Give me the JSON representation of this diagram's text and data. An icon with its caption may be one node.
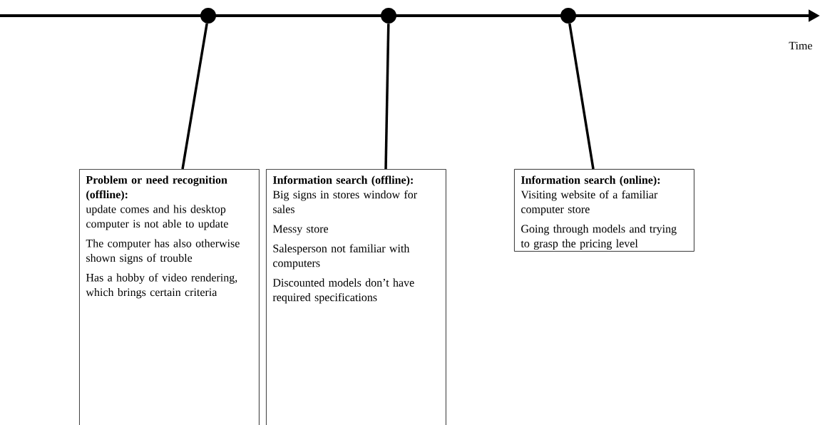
{
  "diagram": {
    "nodes": [
      {
        "text": [
          "Problem or need recognition (offline):",
          "update comes and his desktop computer is not able to update",
          "The computer has also otherwise shown signs of trouble",
          "Has a hobby of video rendering, which brings certain criteria"
        ]
      },
      {
        "text": [
          "Information search (offline):",
          "Big signs in stores window for sales",
          "Messy store",
          "Salesperson not familiar with computers",
          "Discounted models don’t have required specifications"
        ]
      },
      {
        "text": [
          "Information search (online):",
          "Visiting website of a familiar computer store",
          "Going through models and trying to grasp the pricing level"
        ]
      },
      {
        "text": [],
        "shape": "circle"
      },
      {
        "text": [],
        "shape": "circle"
      },
      {
        "text": [],
        "shape": "circle"
      }
    ],
    "edges": [
      {
        "from": 3,
        "to": 0,
        "arrow": "none"
      },
      {
        "from": 4,
        "to": 1,
        "arrow": "none"
      },
      {
        "from": 5,
        "to": 2,
        "arrow": "none"
      }
    ],
    "labels": [
      "Time"
    ]
  }
}
